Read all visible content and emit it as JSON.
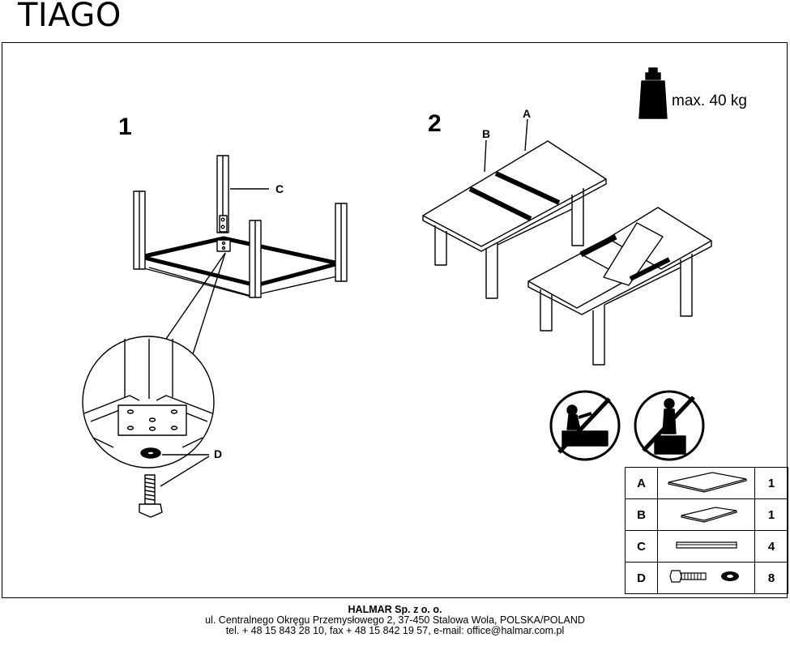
{
  "header": {
    "title": "TIAGO"
  },
  "steps": {
    "step1": "1",
    "step2": "2"
  },
  "labels": {
    "a": "A",
    "b": "B",
    "c": "C",
    "d": "D"
  },
  "weight": {
    "text": "max. 40 kg",
    "icon": "weight-icon"
  },
  "warnings": [
    {
      "icon": "no-standing-on-table-icon"
    },
    {
      "icon": "no-climbing-icon"
    }
  ],
  "parts": [
    {
      "label": "A",
      "qty": "1",
      "icon": "tabletop-large-icon"
    },
    {
      "label": "B",
      "qty": "1",
      "icon": "tabletop-extension-icon"
    },
    {
      "label": "C",
      "qty": "4",
      "icon": "leg-icon"
    },
    {
      "label": "D",
      "qty": "8",
      "icon": "bolt-washer-icon"
    }
  ],
  "footer": {
    "company": "HALMAR Sp. z o. o.",
    "address": "ul. Centralnego Okręgu Przemysłowego 2, 37-450 Stalowa Wola, POLSKA/POLAND",
    "contact": "tel. + 48 15 843 28 10, fax + 48 15 842 19 57, e-mail: office@halmar.com.pl"
  }
}
